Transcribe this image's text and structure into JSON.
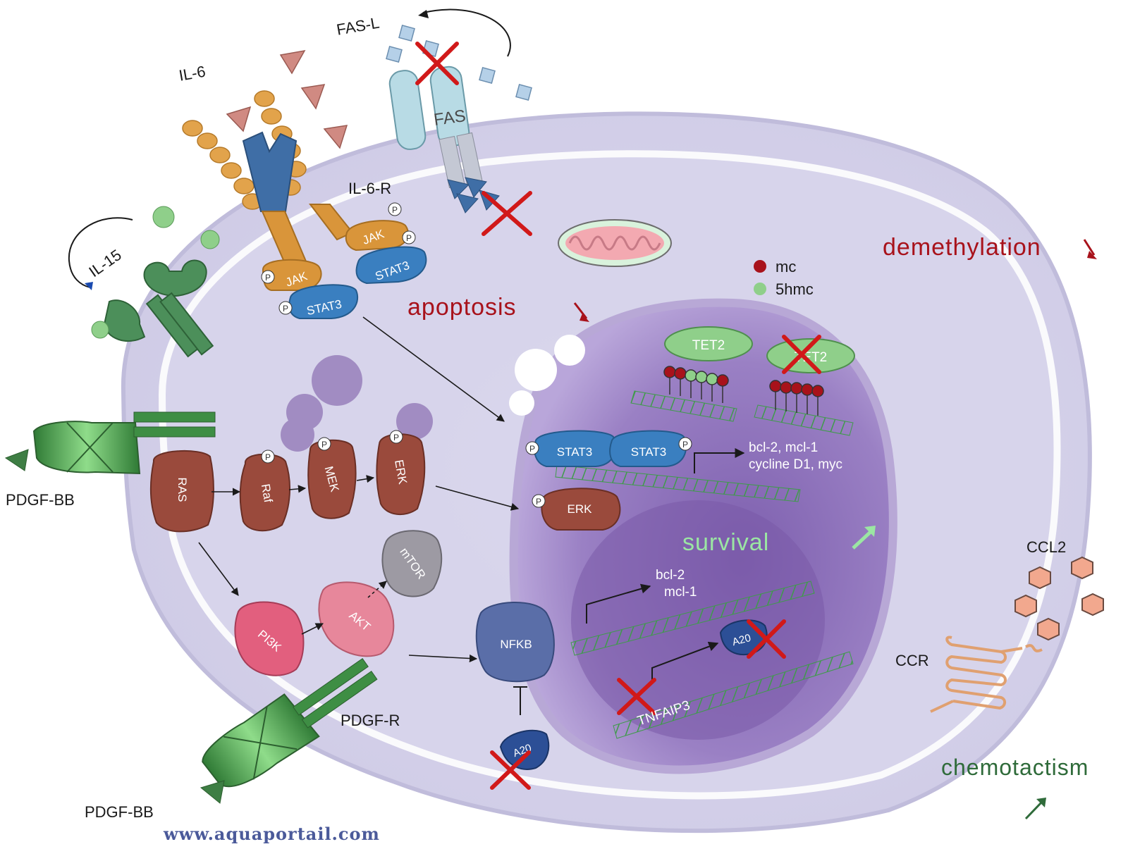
{
  "labels": {
    "il6": "IL-6",
    "il6r": "IL-6-R",
    "fasl": "FAS-L",
    "fas": "FAS",
    "il15": "IL-15",
    "pdgfbb_top": "PDGF-BB",
    "pdgfbb_bottom": "PDGF-BB",
    "pdgfr": "PDGF-R",
    "ccl2": "CCL2",
    "ccr": "CCR",
    "apoptosis": "apoptosis",
    "demethylation": "demethylation",
    "survival": "survival",
    "chemotactism": "chemotactism",
    "legend_mc": "mc",
    "legend_5hmc": "5hmc"
  },
  "molecules": {
    "jak_left": "JAK",
    "jak_right": "JAK",
    "stat3_left": "STAT3",
    "stat3_right": "STAT3",
    "stat3_nuc_a": "STAT3",
    "stat3_nuc_b": "STAT3",
    "ras": "RAS",
    "raf": "Raf",
    "mek": "MEK",
    "erk": "ERK",
    "erk_nuc": "ERK",
    "mtor": "mTOR",
    "akt": "AKT",
    "pi3k": "PI3K",
    "nfkb": "NFKB",
    "a20_nuc": "A20",
    "a20_cyto": "A20",
    "tet2": "TET2",
    "tet2_inactive": "TET2",
    "tnfaip3": "TNFAIP3",
    "phospho": "P"
  },
  "genes": {
    "stat3_targets_1": "bcl-2, mcl-1",
    "stat3_targets_2": "cycline D1, myc",
    "nfkb_targets_1": "bcl-2",
    "nfkb_targets_2": "mcl-1"
  },
  "watermark": "www.aquaportail.com",
  "colors": {
    "red_text": "#a8121b",
    "green_text": "#2f6b3a",
    "survival_text": "#9be6a3",
    "cytoplasm": "#d9d7ec",
    "nucleus": "#9c84c4",
    "brown_kinase": "#9a4a3c",
    "stat3_blue": "#3a7fc0",
    "jak_orange": "#d9953a"
  }
}
